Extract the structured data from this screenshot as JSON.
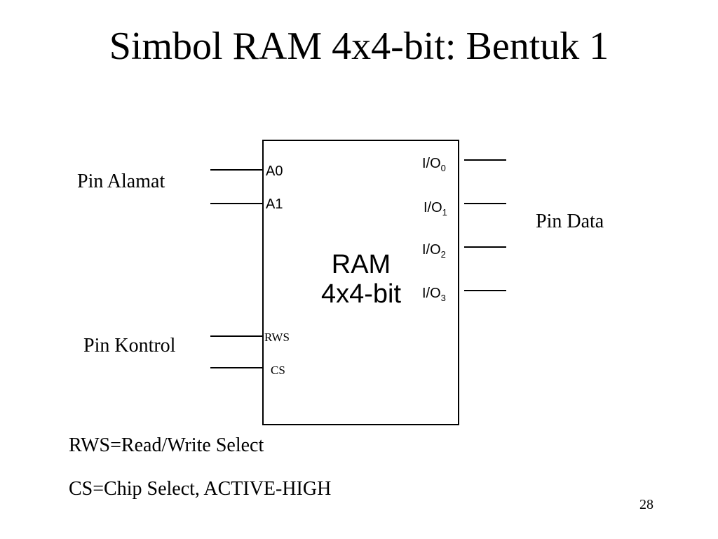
{
  "title": "Simbol RAM 4x4-bit: Bentuk 1",
  "chip": {
    "line1": "RAM",
    "line2": "4x4-bit"
  },
  "groups": {
    "address": "Pin Alamat",
    "data": "Pin Data",
    "control": "Pin Kontrol"
  },
  "address_pins": [
    "A0",
    "A1"
  ],
  "control_pins": [
    "RWS",
    "CS"
  ],
  "data_pins": [
    {
      "base": "I/O",
      "sub": "0"
    },
    {
      "base": "I/O",
      "sub": "1"
    },
    {
      "base": "I/O",
      "sub": "2"
    },
    {
      "base": "I/O",
      "sub": "3"
    }
  ],
  "notes": [
    "RWS=Read/Write Select",
    "CS=Chip Select, ACTIVE-HIGH"
  ],
  "page_number": "28"
}
